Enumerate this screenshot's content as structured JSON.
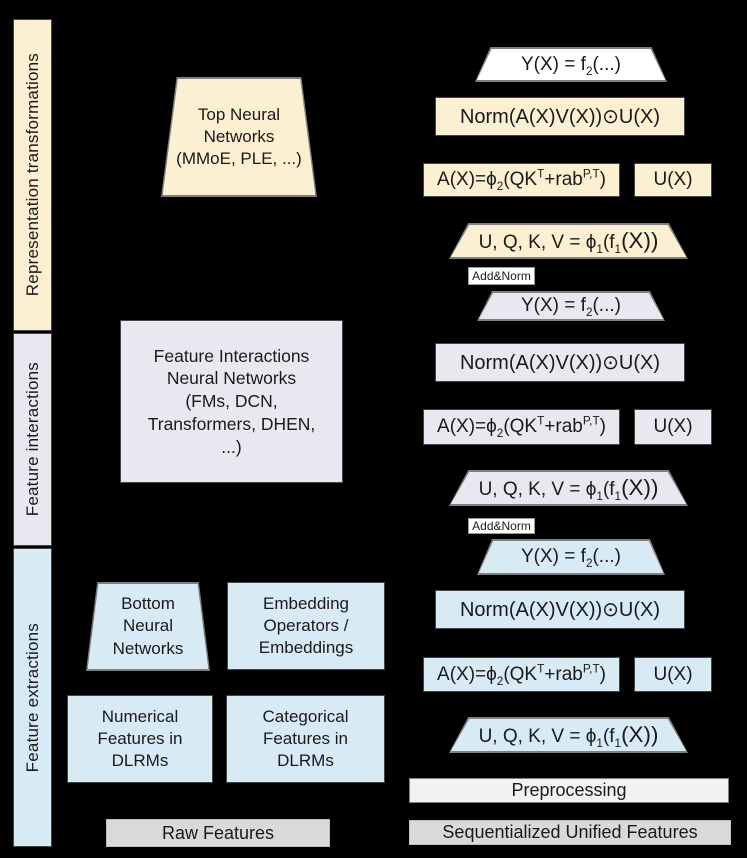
{
  "colors": {
    "background": "#000000",
    "cream": "#FBF0D2",
    "lavender": "#E9E8F1",
    "blue": "#D8EAF4",
    "white": "#FFFFFF",
    "off_white": "#F2F2F2",
    "gray": "#D9D9D9",
    "border_dark": "#454545",
    "border_mid": "#7F7F7F",
    "text": "#1A1A1A"
  },
  "side_labels": {
    "representation": "Representation transformations",
    "interactions": "Feature interactions",
    "extractions": "Feature extractions"
  },
  "dlrm": {
    "top_nn": "Top Neural\nNetworks\n(MMoE, PLE, ...)",
    "feature_interactions_nn": "Feature Interactions\nNeural Networks\n(FMs, DCN,\nTransformers, DHEN,\n...)",
    "bottom_nn": "Bottom\nNeural\nNetworks",
    "embeddings": "Embedding\nOperators /\nEmbeddings",
    "numerical": "Numerical\nFeatures in\nDLRMs",
    "categorical": "Categorical\nFeatures in\nDLRMs",
    "raw_features": "Raw Features"
  },
  "hstu": {
    "formulas": {
      "y": {
        "pre": "Y(X) = f",
        "sub": "2",
        "post": "(...)"
      },
      "norm": "Norm(A(X)V(X))⊙U(X)",
      "a": {
        "p1": "A(X)=ϕ",
        "sub1": "2",
        "p2": "(QK",
        "sup1": "T",
        "p3": "+rab",
        "sup2": "P,T",
        "p4": ")"
      },
      "u": "U(X)",
      "uqkv": {
        "p1": "U, Q, K, V = ϕ",
        "sub1": "1",
        "p2": "(f",
        "sub2": "1",
        "p3": "(X))"
      },
      "add_norm": "Add&Norm"
    },
    "preprocessing": "Preprocessing",
    "sequentialized": "Sequentialized Unified Features"
  }
}
